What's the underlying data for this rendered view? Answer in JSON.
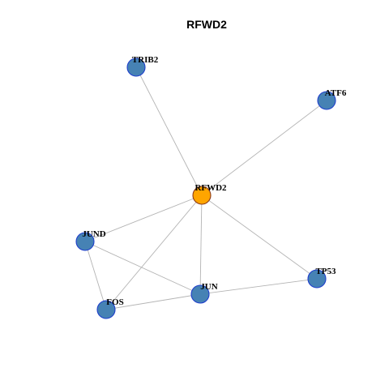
{
  "graph": {
    "title": "RFWD2",
    "colors": {
      "hub_fill": "#FFA500",
      "hub_stroke": "#8B3A1A",
      "node_fill": "#4682B4",
      "node_stroke": "#1F3FCC",
      "edge": "#B4B4B4"
    },
    "nodes": [
      {
        "id": "RFWD2",
        "label": "RFWD2",
        "hub": true
      },
      {
        "id": "TRIB2",
        "label": "TRIB2",
        "hub": false
      },
      {
        "id": "ATF6",
        "label": "ATF6",
        "hub": false
      },
      {
        "id": "JUND",
        "label": "JUND",
        "hub": false
      },
      {
        "id": "TP53",
        "label": "TP53",
        "hub": false
      },
      {
        "id": "JUN",
        "label": "JUN",
        "hub": false
      },
      {
        "id": "FOS",
        "label": "FOS",
        "hub": false
      }
    ],
    "edges": [
      [
        "RFWD2",
        "TRIB2"
      ],
      [
        "RFWD2",
        "ATF6"
      ],
      [
        "RFWD2",
        "JUND"
      ],
      [
        "RFWD2",
        "TP53"
      ],
      [
        "RFWD2",
        "JUN"
      ],
      [
        "RFWD2",
        "FOS"
      ],
      [
        "JUND",
        "JUN"
      ],
      [
        "JUND",
        "FOS"
      ],
      [
        "JUN",
        "FOS"
      ],
      [
        "JUN",
        "TP53"
      ]
    ]
  }
}
